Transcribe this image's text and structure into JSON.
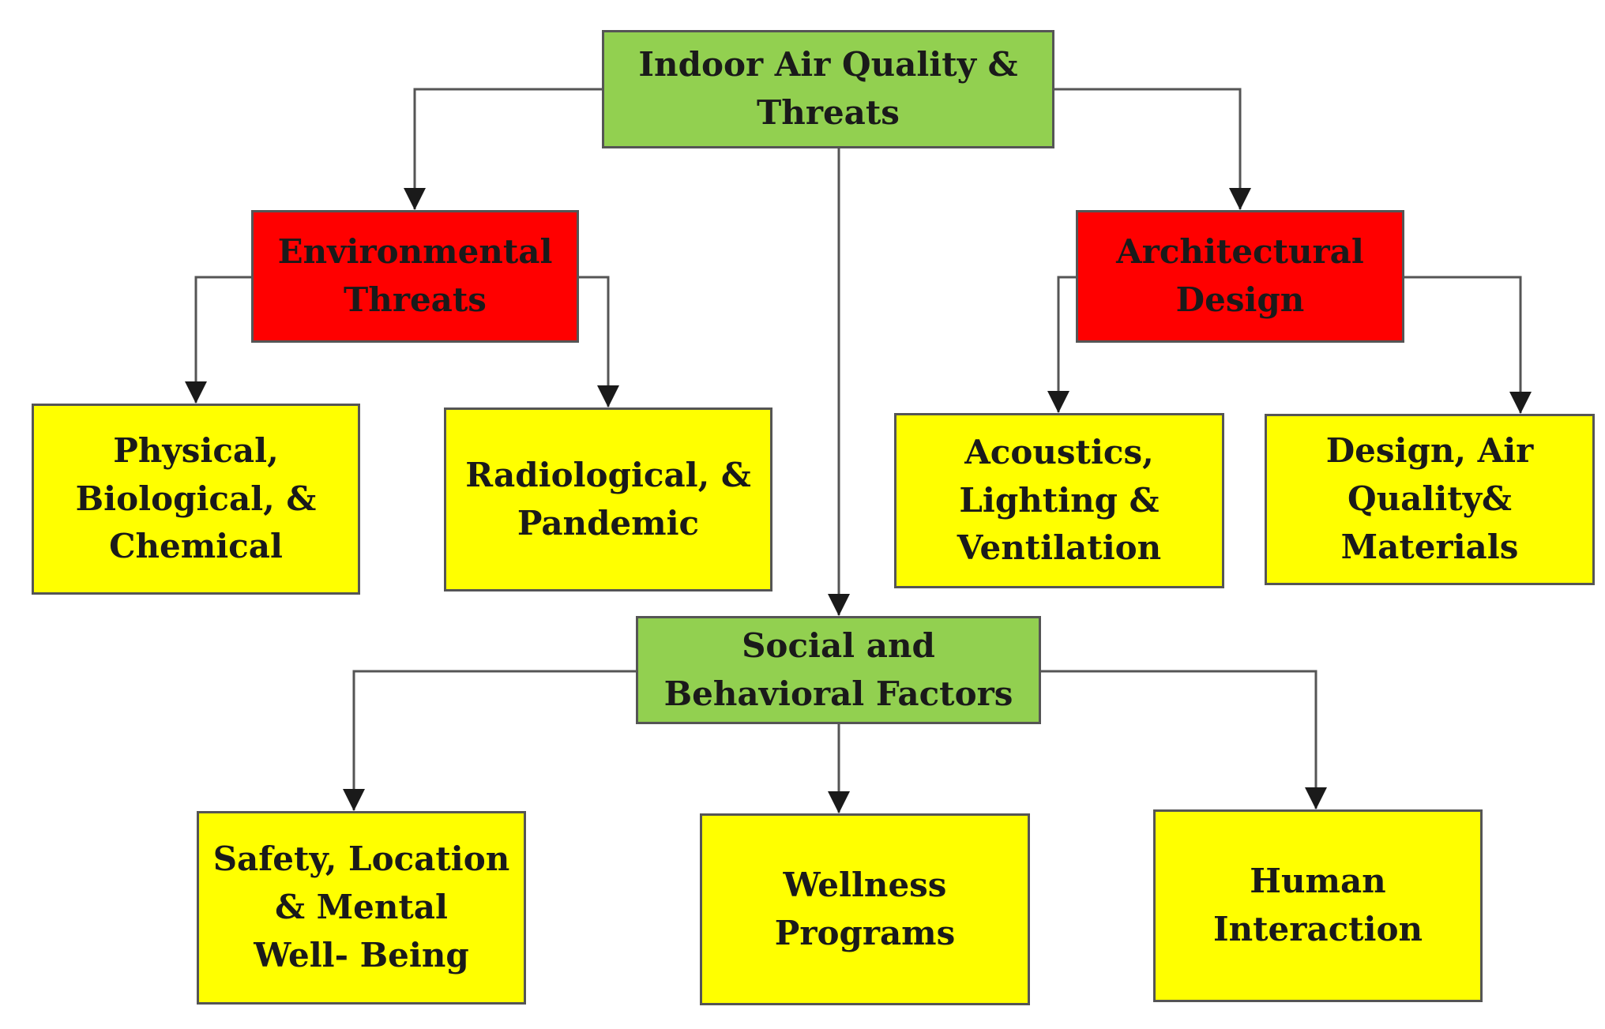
{
  "colors": {
    "root_fill": "#92d050",
    "category_fill": "#ff0000",
    "leaf_fill": "#ffff00",
    "connector": "#555555"
  },
  "nodes": {
    "root": {
      "lines": [
        "Indoor Air Quality &",
        "Threats"
      ]
    },
    "environmental": {
      "lines": [
        "Environmental",
        "Threats"
      ]
    },
    "architectural": {
      "lines": [
        "Architectural",
        "Design"
      ]
    },
    "social": {
      "lines": [
        "Social and",
        "Behavioral Factors"
      ]
    },
    "physical": {
      "lines": [
        "Physical,",
        "Biological, &",
        "Chemical"
      ]
    },
    "radiological": {
      "lines": [
        "Radiological, &",
        "Pandemic"
      ]
    },
    "acoustics": {
      "lines": [
        "Acoustics,",
        "Lighting &",
        "Ventilation"
      ]
    },
    "design_air": {
      "lines": [
        "Design, Air",
        "Quality&",
        "Materials"
      ]
    },
    "safety": {
      "lines": [
        "Safety, Location",
        "& Mental",
        "Well- Being"
      ]
    },
    "wellness": {
      "lines": [
        "Wellness",
        "Programs"
      ]
    },
    "human": {
      "lines": [
        "Human",
        "Interaction"
      ]
    }
  }
}
